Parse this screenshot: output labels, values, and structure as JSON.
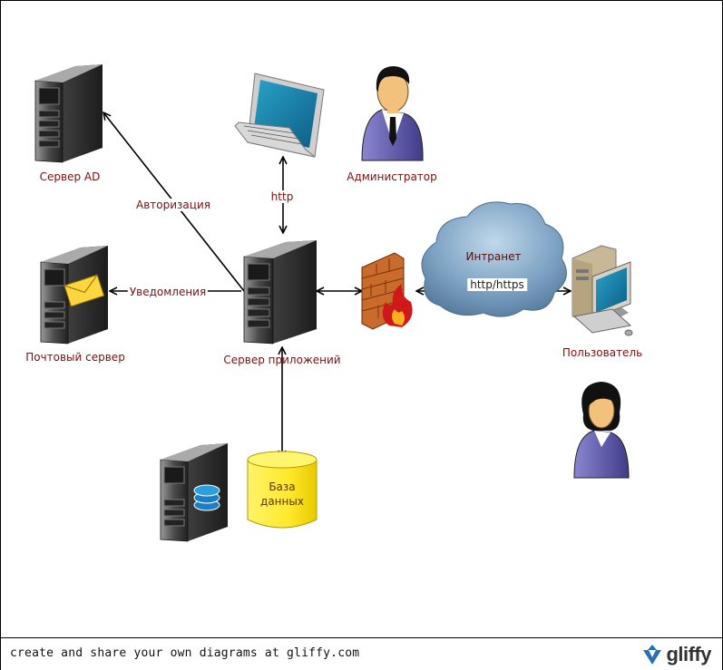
{
  "labels": {
    "ad_server": "Сервер AD",
    "authorization": "Авторизация",
    "http": "http",
    "administrator": "Администратор",
    "notifications": "Уведомления",
    "mail_server": "Почтовый сервер",
    "app_server": "Сервер приложений",
    "intranet": "Интранет",
    "http_https": "http/https",
    "user": "Пользователь",
    "database": "База данных"
  },
  "footer": {
    "text": "create and share your own diagrams at gliffy.com",
    "logo": "gliffy"
  },
  "colors": {
    "label_text": "#7a1010",
    "database_fill": "#ffef40",
    "cloud_fill": "#6f93b3",
    "person_suit": "#5e5aa6"
  }
}
